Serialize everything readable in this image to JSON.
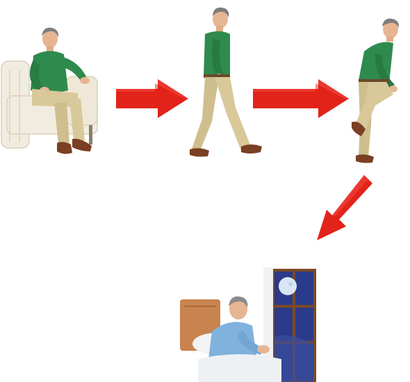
{
  "diagram": {
    "panels": [
      {
        "id": "sitting",
        "figure": "man-sitting-on-sofa"
      },
      {
        "id": "walking",
        "figure": "man-walking"
      },
      {
        "id": "knee-raise",
        "figure": "man-raising-knee"
      },
      {
        "id": "bed-night",
        "figure": "man-in-bed-at-night"
      }
    ],
    "arrows": [
      {
        "from": "sitting",
        "to": "walking",
        "direction": "right"
      },
      {
        "from": "walking",
        "to": "knee-raise",
        "direction": "right"
      },
      {
        "from": "knee-raise",
        "to": "bed-night",
        "direction": "down-left"
      }
    ],
    "colors": {
      "arrow": "#e2231a",
      "shirt": "#2f8a4e",
      "pants": "#d8c89a",
      "shoes": "#7a3f24",
      "sofa": "#f1ece0",
      "pajama": "#7fb2dc",
      "night_sky": "#2b3a8a",
      "moon": "#d9e6f5",
      "headboard": "#c8834e",
      "window_frame": "#7a4a25"
    }
  }
}
